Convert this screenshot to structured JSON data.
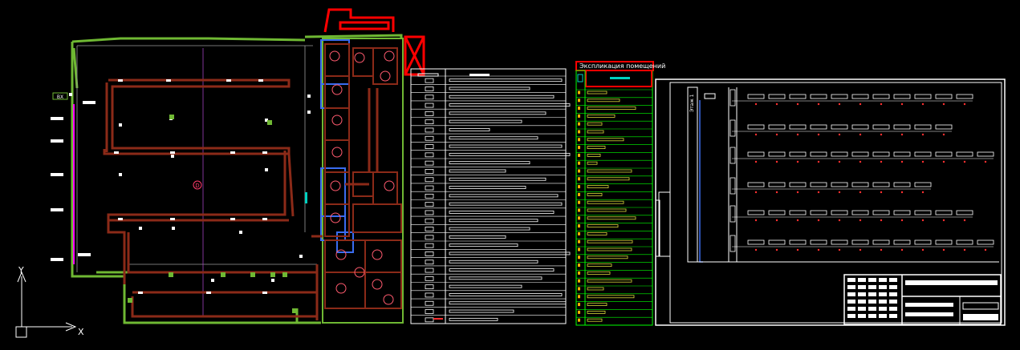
{
  "viewport": {
    "background": "#000000"
  },
  "ucs": {
    "x_label": "X",
    "y_label": "Y"
  },
  "floor_plan": {
    "room_marker": "D",
    "entrance_label": "ВХ"
  },
  "explication_table": {
    "title": "Экспликация помещений",
    "row_count": 30,
    "line_color": "#00ff00",
    "header_color": "#ff0000"
  },
  "legend_table": {
    "row_count": 30
  },
  "schematic_sheet": {
    "side_label": "Этаж 1",
    "panel_rows": [
      11,
      10,
      12,
      9,
      11,
      12
    ]
  },
  "colors": {
    "wall_green": "#6fb833",
    "pipe_brown": "#8b2a18",
    "duct_blue": "#3a6cf0",
    "magenta": "#ff00ff",
    "red": "#ff0000",
    "white": "#ffffff",
    "yellow": "#d8d83a"
  }
}
